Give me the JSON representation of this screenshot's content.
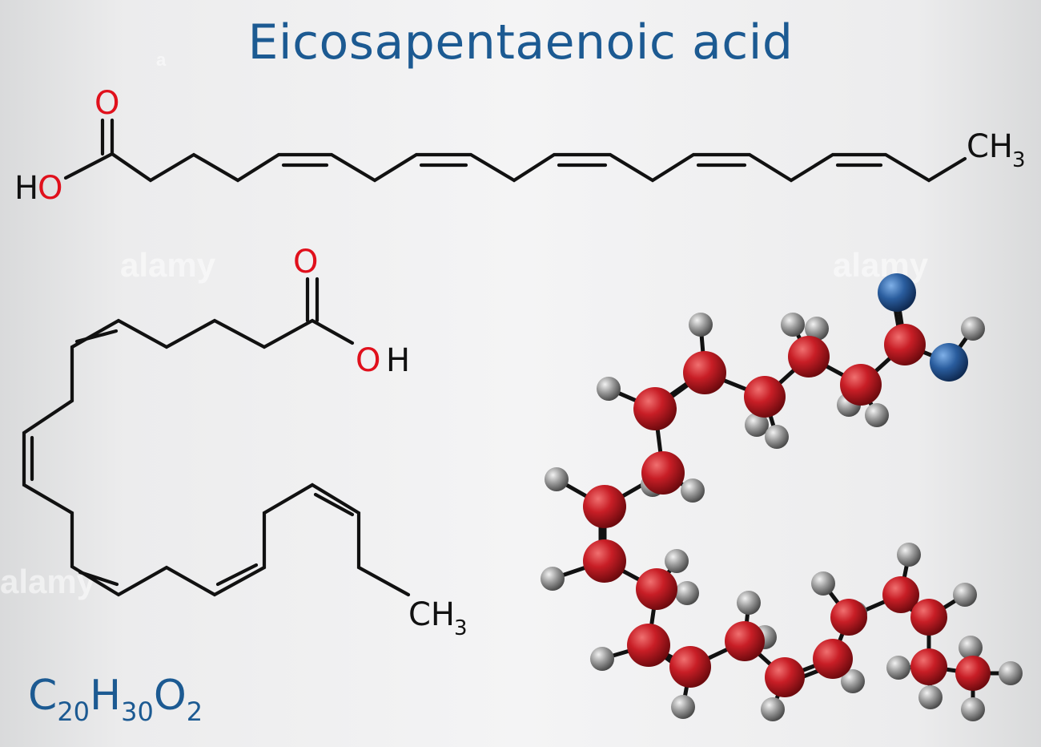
{
  "title": "Eicosapentaenoic acid",
  "labels": {
    "o": "O",
    "oh_h": "H",
    "oh_o": "O",
    "ch3_main": "CH",
    "ch3_sub": "3"
  },
  "formula": {
    "c": "C",
    "c_n": "20",
    "h": "H",
    "h_n": "30",
    "o": "O",
    "o_n": "2"
  },
  "watermarks": [
    "alamy",
    "alamy",
    "alamy",
    "a"
  ],
  "colors": {
    "title": "#1c5a92",
    "oxygen": "#e0101c",
    "carbon_atom": "#b8141c",
    "hydrogen_atom": "#8a8a8a",
    "oxygen_atom": "#1f4f8a",
    "bond": "#111111"
  }
}
